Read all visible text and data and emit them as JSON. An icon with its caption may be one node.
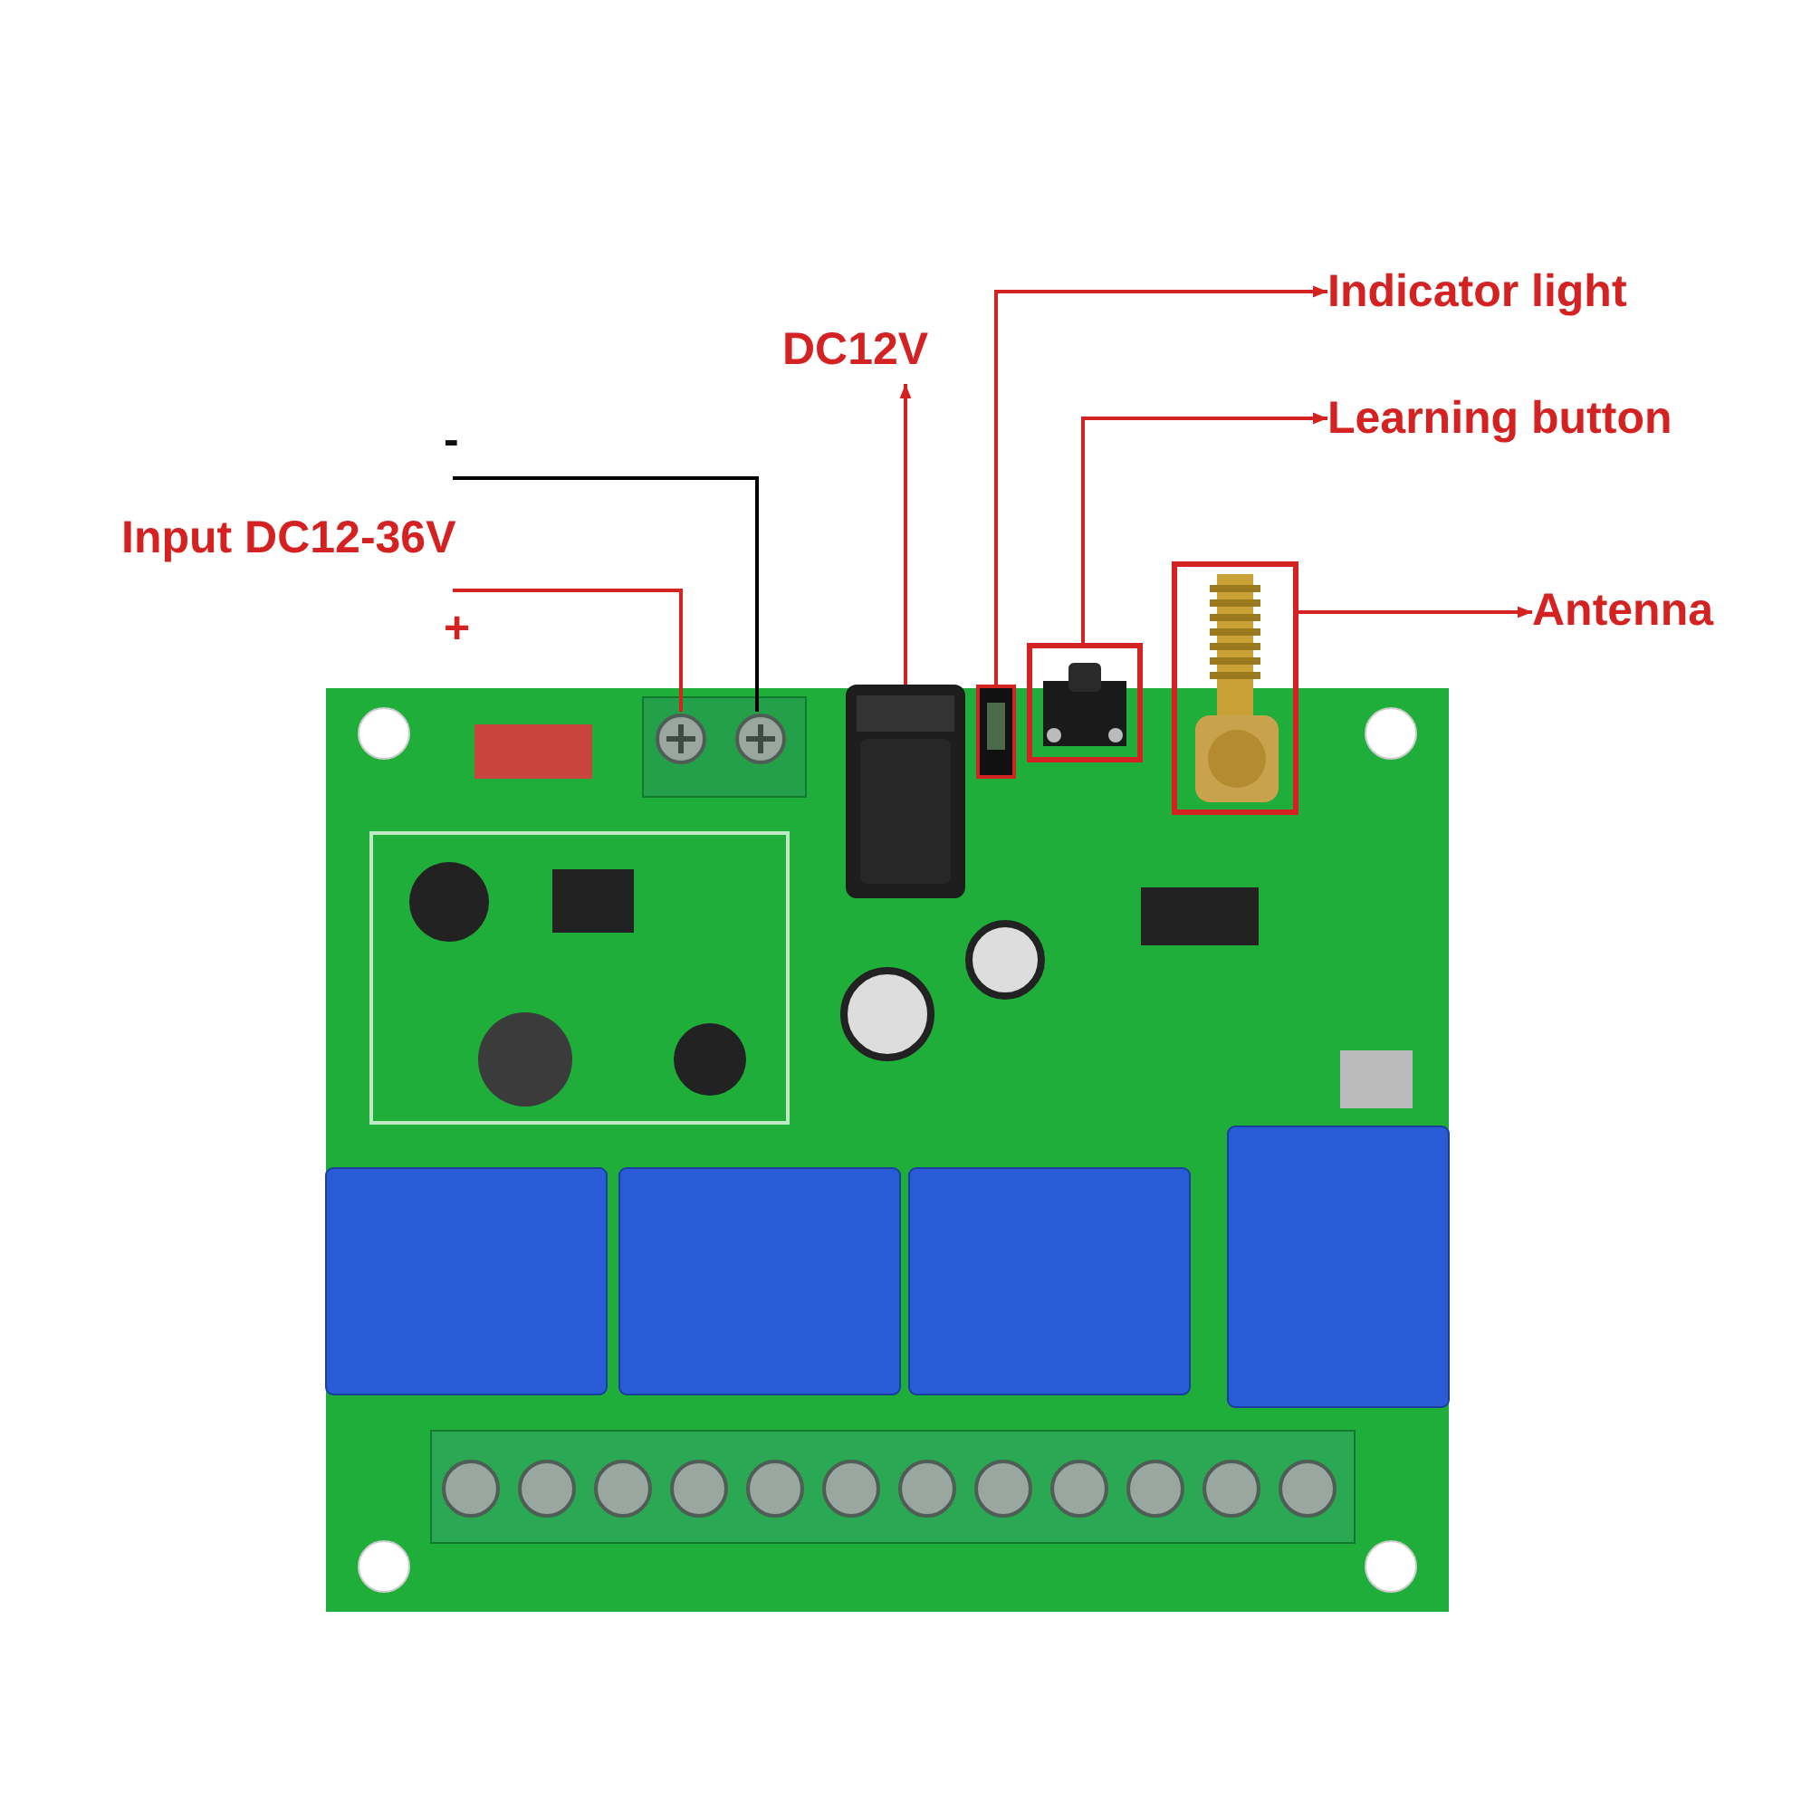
{
  "diagram": {
    "nodes": [
      {
        "text": [
          "DC12V"
        ]
      },
      {
        "text": [
          "Indicator light"
        ]
      },
      {
        "text": [
          "Learning button"
        ]
      },
      {
        "text": [
          "Antenna"
        ]
      },
      {
        "text": [
          "-"
        ]
      },
      {
        "text": [
          "+"
        ]
      },
      {
        "text": [],
        "shape": "picture"
      },
      {
        "text": [],
        "shape": "picture"
      },
      {
        "text": [],
        "shape": "picture"
      },
      {
        "text": [],
        "shape": "picture"
      },
      {
        "text": [],
        "shape": "picture"
      },
      {
        "text": [],
        "shape": "picture"
      }
    ],
    "edges": [
      {
        "from": 6,
        "to": 0,
        "arrow": "to"
      },
      {
        "from": 7,
        "to": 1,
        "arrow": "to"
      },
      {
        "from": 8,
        "to": 2,
        "arrow": "to"
      },
      {
        "from": 9,
        "to": 3,
        "arrow": "to"
      },
      {
        "from": 4,
        "to": 10,
        "arrow": "none",
        "color": "#000000"
      },
      {
        "from": 5,
        "to": 11,
        "arrow": "none"
      }
    ],
    "labels": [
      "Input DC12-36V"
    ]
  }
}
